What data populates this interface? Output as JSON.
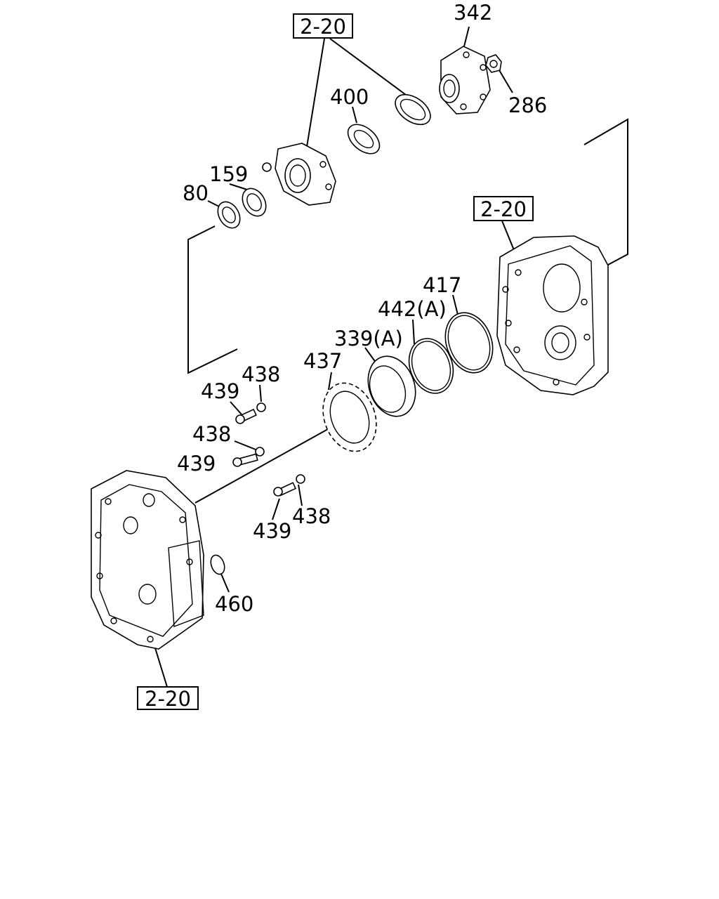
{
  "diagram": {
    "references": {
      "ref_top": "2-20",
      "ref_right": "2-20",
      "ref_bottom": "2-20"
    },
    "parts": {
      "p342": "342",
      "p286": "286",
      "p400": "400",
      "p159": "159",
      "p80": "80",
      "p417": "417",
      "p442": "442(A)",
      "p339": "339(A)",
      "p437": "437",
      "p438_a": "438",
      "p439_a": "439",
      "p438_b": "438",
      "p439_b": "439",
      "p439_c": "439",
      "p438_c": "438",
      "p460": "460"
    }
  }
}
